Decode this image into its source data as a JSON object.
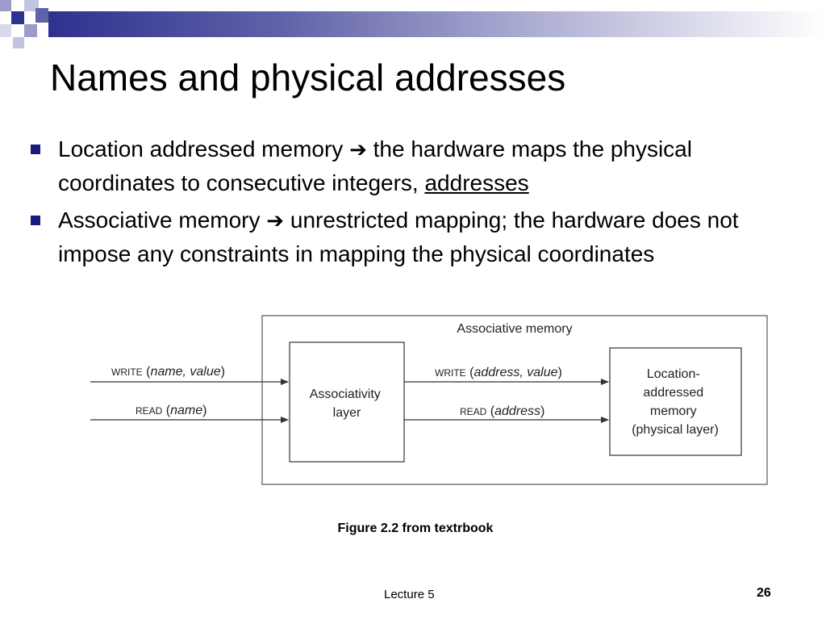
{
  "slide": {
    "title": "Names and physical addresses",
    "bullets": [
      {
        "lead": "Location addressed memory",
        "arrow": "➔",
        "text": "the hardware maps the physical coordinates to consecutive integers,",
        "emphasis": "addresses"
      },
      {
        "lead": "Associative memory",
        "arrow": "➔",
        "text": "unrestricted mapping; the hardware does not impose any constraints in mapping the physical coordinates"
      }
    ],
    "figure": {
      "outer_label": "Associative memory",
      "left_box": [
        "Associativity",
        "layer"
      ],
      "right_box": [
        "Location-",
        "addressed",
        "memory",
        "(physical layer)"
      ],
      "write_op": "WRITE",
      "read_op": "READ",
      "write_args_left": "name, value",
      "read_args_left": "name",
      "write_args_right": "address, value",
      "read_args_right": "address"
    },
    "caption": "Figure 2.2 from textrbook",
    "footer": "Lecture 5",
    "page_number": "26"
  },
  "colors": {
    "accent_dark": "#2f318f",
    "accent_mid": "#6062a8",
    "accent_light": "#b3b4d6",
    "bullet_marker": "#1a1a7e"
  }
}
